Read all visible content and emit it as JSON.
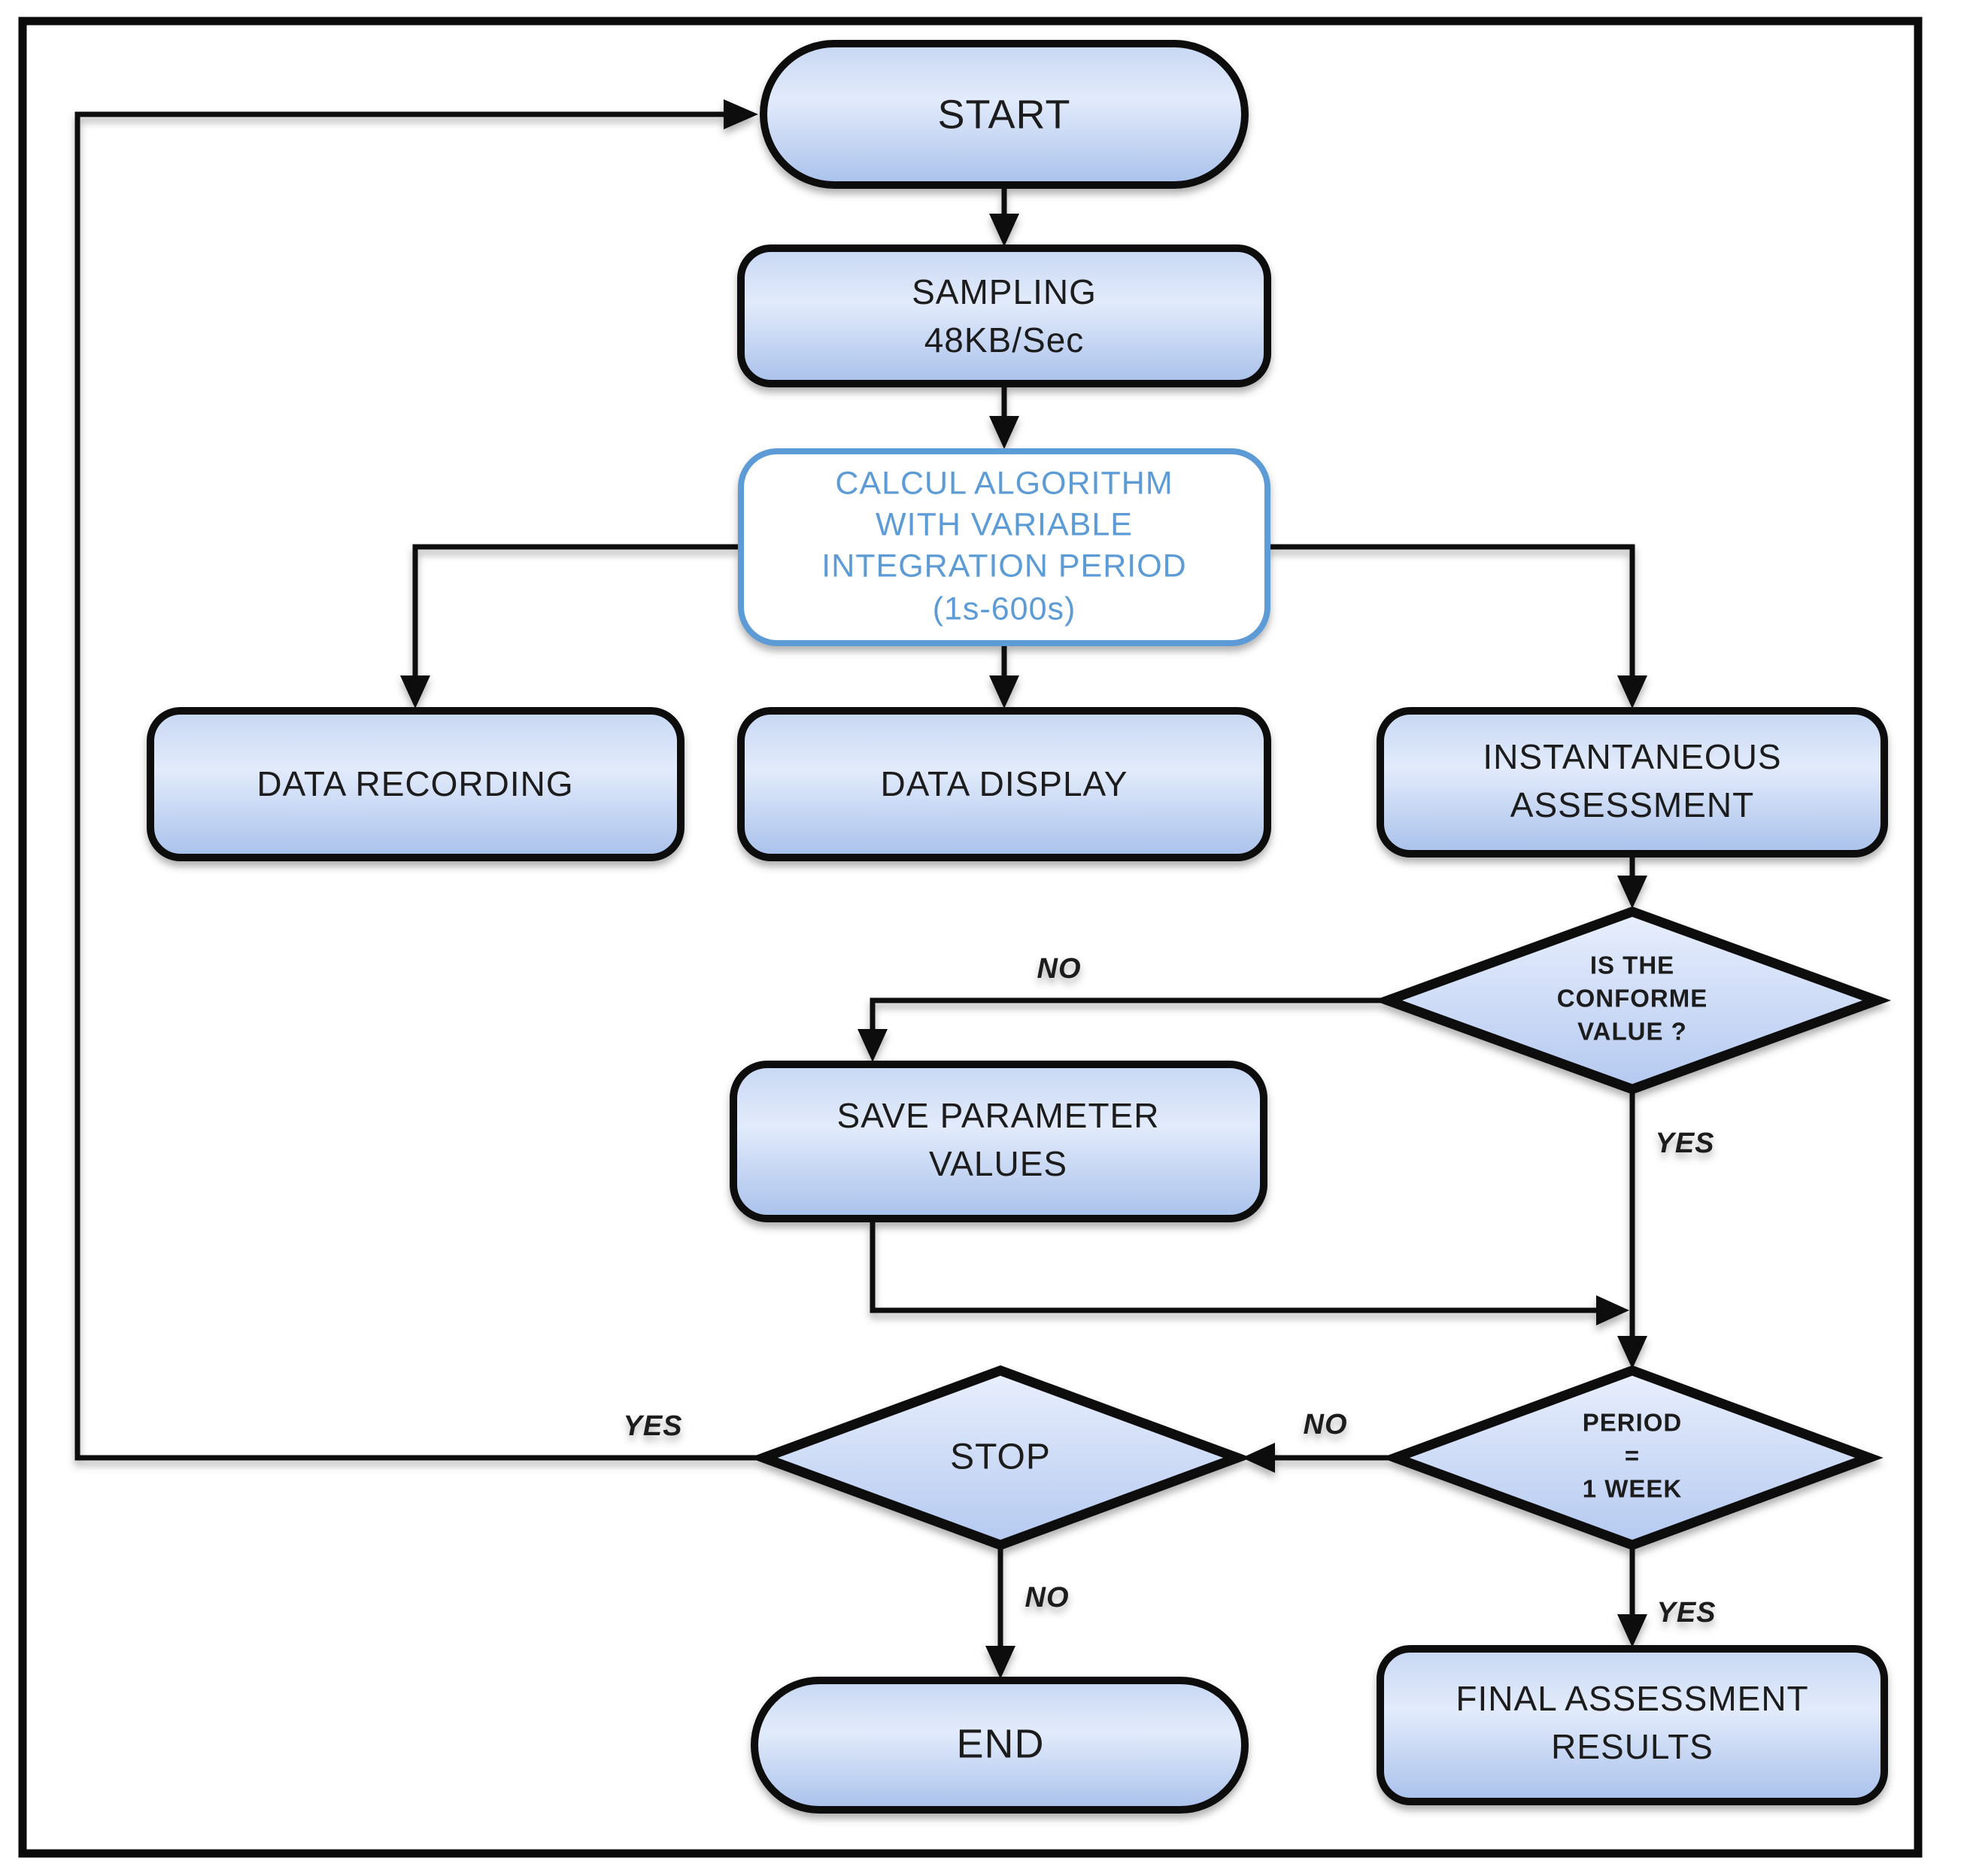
{
  "diagram": {
    "nodes": {
      "start": {
        "label": "START"
      },
      "sampling": {
        "lines": [
          "SAMPLING",
          "48KB/Sec"
        ]
      },
      "calcul": {
        "lines": [
          "CALCUL ALGORITHM",
          "WITH VARIABLE",
          "INTEGRATION PERIOD",
          "(1s-600s)"
        ]
      },
      "data_recording": {
        "label": "DATA RECORDING"
      },
      "data_display": {
        "label": "DATA DISPLAY"
      },
      "instantaneous": {
        "lines": [
          "INSTANTANEOUS",
          "ASSESSMENT"
        ]
      },
      "conforme": {
        "lines": [
          "IS THE",
          "CONFORME",
          "VALUE ?"
        ]
      },
      "save_parameters": {
        "lines": [
          "SAVE PARAMETER",
          "VALUES"
        ]
      },
      "period": {
        "lines": [
          "PERIOD",
          "=",
          "1 WEEK"
        ]
      },
      "stop": {
        "label": "STOP"
      },
      "final": {
        "lines": [
          "FINAL ASSESSMENT",
          "RESULTS"
        ]
      },
      "end": {
        "label": "END"
      }
    },
    "edge_labels": {
      "conforme_no": "NO",
      "conforme_yes": "YES",
      "period_no": "NO",
      "period_yes": "YES",
      "stop_yes": "YES",
      "stop_no": "NO"
    },
    "colors": {
      "background": "#ffffff",
      "node_border": "#0b0b0b",
      "node_fill_top": "#c7d7f3",
      "node_fill_mid": "#e2ebfb",
      "node_fill_bottom": "#a9c1eb",
      "diamond_fill_top": "#e9effd",
      "diamond_fill_bottom": "#b4c9f0",
      "accent_blue": "#5b9bd5",
      "text": "#1c1c1c"
    }
  }
}
